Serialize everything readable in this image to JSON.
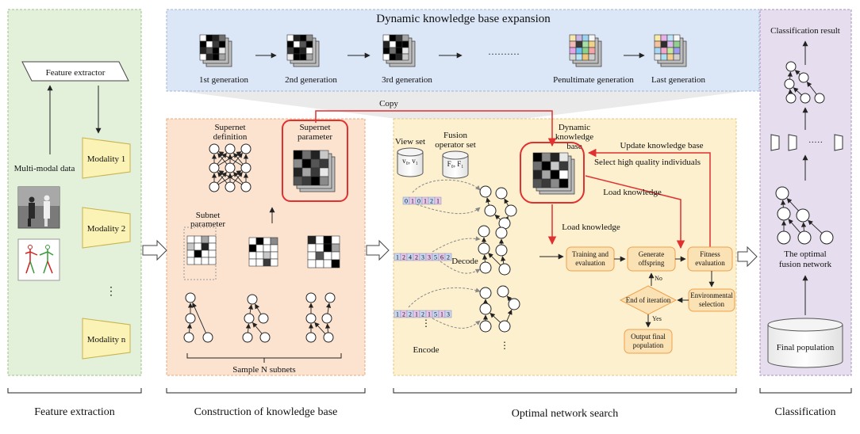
{
  "top_banner": {
    "title": "Dynamic knowledge base expansion",
    "generations": [
      "1st generation",
      "2nd generation",
      "3rd generation",
      "Penultimate generation",
      "Last generation"
    ],
    "ellipsis": "··········"
  },
  "copy_label": "Copy",
  "feature_extraction": {
    "extractor": "Feature extractor",
    "multimodal_label": "Multi-modal data",
    "modalities": [
      "Modality 1",
      "Modality 2",
      "Modality n"
    ],
    "dots": "⋮",
    "section_label": "Feature extraction"
  },
  "knowledge_base": {
    "supernet_definition": [
      "Supernet",
      "definition"
    ],
    "supernet_parameter": [
      "Supernet",
      "parameter"
    ],
    "subnet_parameter": [
      "Subnet",
      "parameter"
    ],
    "sample_label": "Sample N subnets",
    "section_label": "Construction of knowledge base"
  },
  "search": {
    "view_set": "View set",
    "view_items": "v₀, v₁",
    "fusion_set": [
      "Fusion",
      "operator set"
    ],
    "fusion_items": "F₀, F₁",
    "dynamic_kb": [
      "Dynamic",
      "knowledge",
      "base"
    ],
    "update_kb": "Update knowledge base",
    "select_high": "Select high quality individuals",
    "load_knowledge_1": "Load knowledge",
    "load_knowledge_2": "Load knowledge",
    "code_1": [
      "0",
      "1",
      "0",
      "1",
      "2",
      "1"
    ],
    "code_2": [
      "1",
      "2",
      "4",
      "2",
      "3",
      "3",
      "5",
      "6",
      "2"
    ],
    "code_3": [
      "1",
      "2",
      "2",
      "1",
      "2",
      "1",
      "5",
      "1",
      "3"
    ],
    "decode": "Decode",
    "encode": "Encode",
    "training": [
      "Training and",
      "evaluation"
    ],
    "generate": [
      "Generate",
      "offspring"
    ],
    "fitness": [
      "Fitness",
      "evaluation"
    ],
    "env_selection": [
      "Environmental",
      "selection"
    ],
    "end_iteration": "End of iteration",
    "no_label": "No",
    "yes_label": "Yes",
    "output": [
      "Output final",
      "population"
    ],
    "section_label": "Optimal network search"
  },
  "classification": {
    "result_label": "Classification result",
    "dots": "·····",
    "optimal": [
      "The optimal",
      "fusion network"
    ],
    "final_population": "Final population",
    "section_label": "Classification"
  },
  "colors": {
    "green": "#e3f0da",
    "orange": "#fbe3d0",
    "yellow": "#fdf0cf",
    "purple": "#e6deee",
    "blue": "#dbe6f6",
    "red": "#e03030",
    "box_fill": "#fbe2b4",
    "box_stroke": "#f0a04a",
    "modality_fill": "#fbf2b5"
  }
}
